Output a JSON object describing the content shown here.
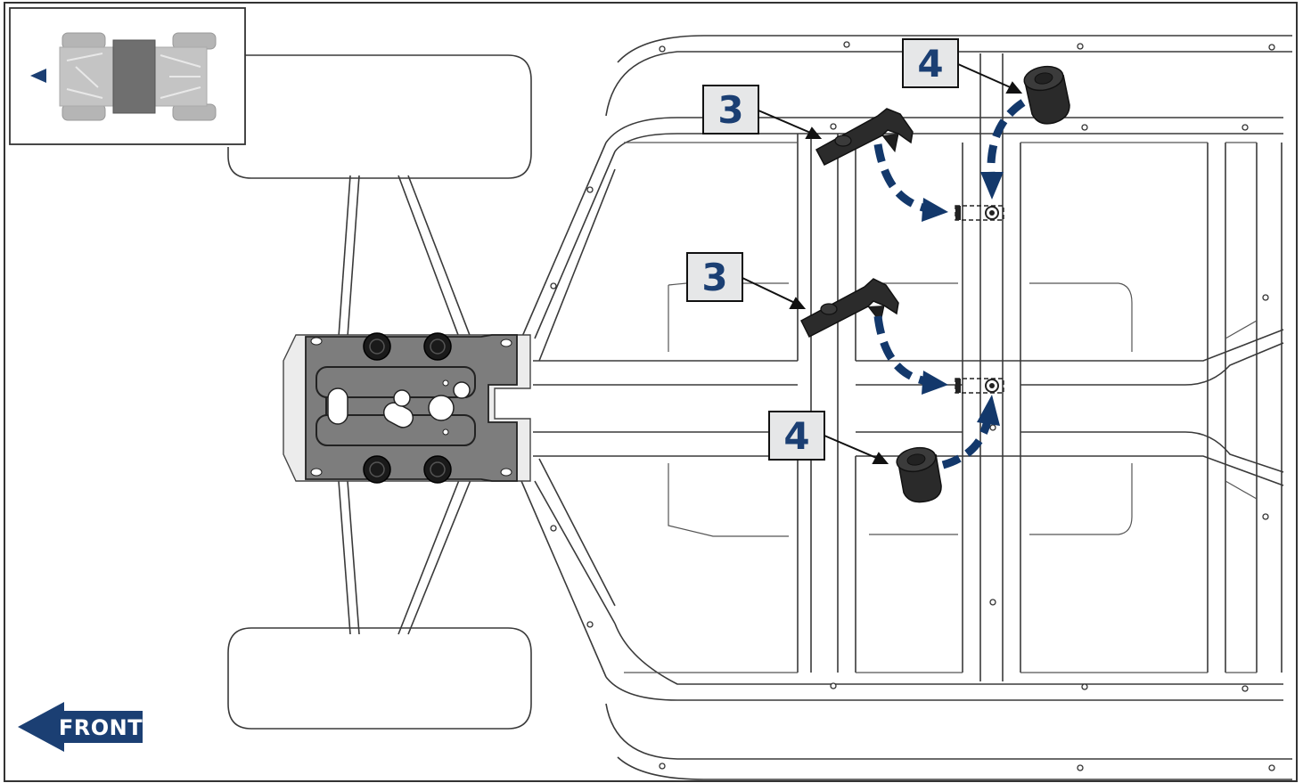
{
  "callouts": [
    {
      "id": "callout-3-upper",
      "label": "3"
    },
    {
      "id": "callout-3-lower",
      "label": "3"
    },
    {
      "id": "callout-4-upper",
      "label": "4"
    },
    {
      "id": "callout-4-lower",
      "label": "4"
    }
  ],
  "front_indicator": {
    "label": "FRONT"
  },
  "colors": {
    "accent_blue": "#1b3f73",
    "arrow_blue": "#13386b",
    "callout_bg": "#e6e7e8",
    "skid_plate": "#7d7d7d",
    "part_dark": "#2a2a2a",
    "thumbnail_gray": "#b5b5b5",
    "thumbnail_dark": "#6f6f6f"
  },
  "icons": {
    "front_arrow": "left-arrow-icon",
    "thumbnail_arrow": "left-triangle-icon"
  }
}
